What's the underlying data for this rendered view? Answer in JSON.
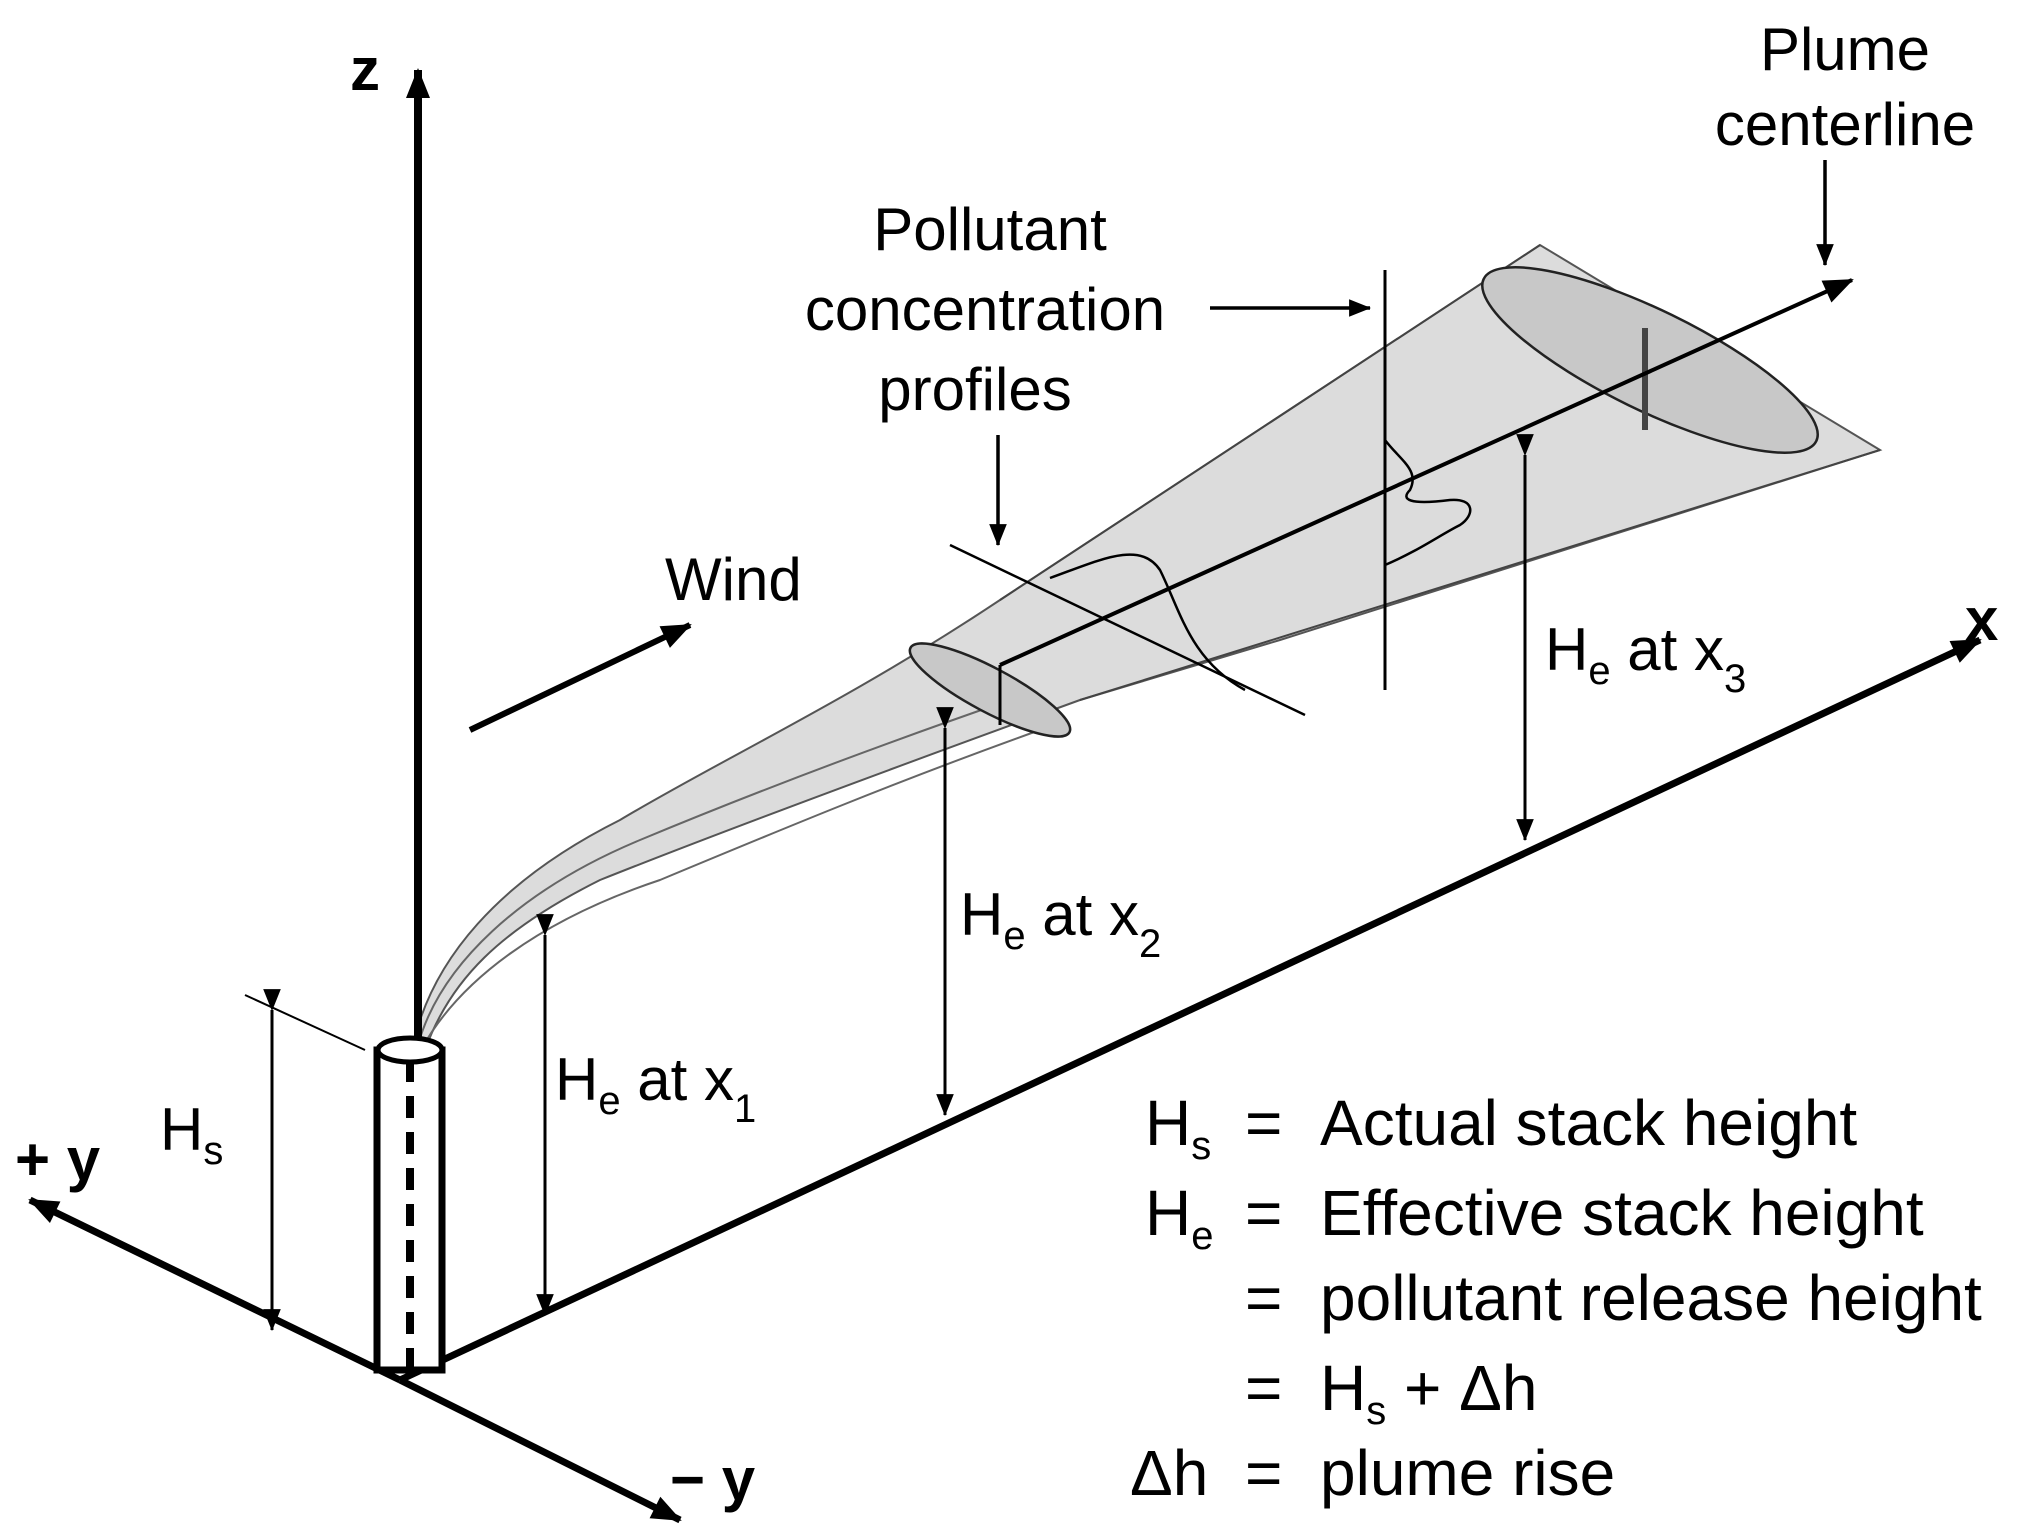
{
  "axes": {
    "z": "z",
    "x": "x",
    "plus_y": "+ y",
    "minus_y": "− y"
  },
  "labels": {
    "plume_centerline_line1": "Plume",
    "plume_centerline_line2": "centerline",
    "pollutant_line1": "Pollutant",
    "pollutant_line2": "concentration",
    "pollutant_line3": "profiles",
    "wind": "Wind",
    "hs": {
      "main": "H",
      "sub": "s"
    },
    "he_x1": {
      "main": "H",
      "sub": "e",
      "mid": " at x",
      "idx": "1"
    },
    "he_x2": {
      "main": "H",
      "sub": "e",
      "mid": " at x",
      "idx": "2"
    },
    "he_x3": {
      "main": "H",
      "sub": "e",
      "mid": " at x",
      "idx": "3"
    }
  },
  "legend": {
    "row1": {
      "sym": "H",
      "sub": "s",
      "eq": "=",
      "text": "Actual stack height"
    },
    "row2": {
      "sym": "H",
      "sub": "e",
      "eq": "=",
      "text": "Effective stack height"
    },
    "row3": {
      "eq": "=",
      "text": "pollutant release height"
    },
    "row4": {
      "eq": "=",
      "text_a": "H",
      "text_sub": "s",
      "text_b": " + Δh"
    },
    "row5": {
      "sym": "Δh",
      "eq": "=",
      "text": "plume rise"
    }
  },
  "colors": {
    "plume_fill": "#dcdcdc",
    "plume_fill_dark": "#c8c8c8",
    "ink": "#000000"
  }
}
